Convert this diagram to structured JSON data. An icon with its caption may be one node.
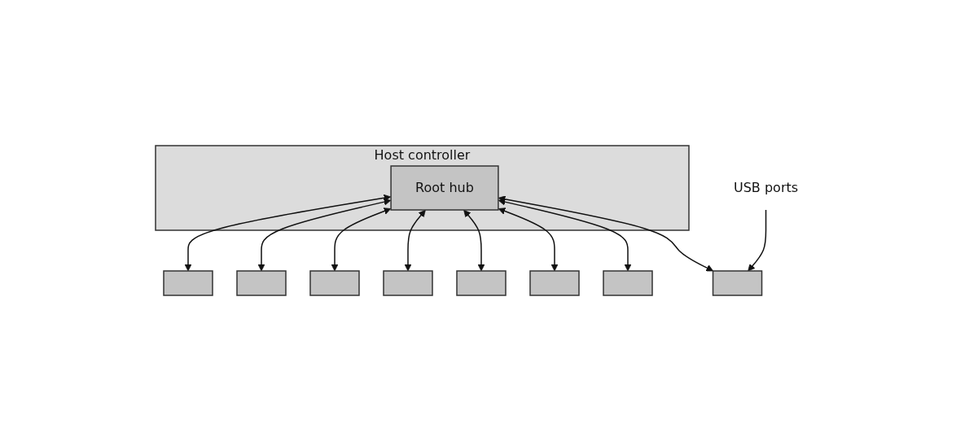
{
  "diagram": {
    "nodes": [
      {
        "text": [
          "Host controller"
        ]
      },
      {
        "text": [
          "Root hub"
        ],
        "in": 0
      },
      {
        "text": [],
        "shape": "box"
      },
      {
        "text": [],
        "shape": "box"
      },
      {
        "text": [],
        "shape": "box"
      },
      {
        "text": [],
        "shape": "box"
      },
      {
        "text": [],
        "shape": "box"
      },
      {
        "text": [],
        "shape": "box"
      },
      {
        "text": [],
        "shape": "box"
      },
      {
        "text": [],
        "shape": "box"
      },
      {
        "text": [
          "USB ports"
        ]
      }
    ],
    "edges": [
      {
        "from": 1,
        "to": 2,
        "arrow": "both"
      },
      {
        "from": 1,
        "to": 3,
        "arrow": "both"
      },
      {
        "from": 1,
        "to": 4,
        "arrow": "both"
      },
      {
        "from": 1,
        "to": 5,
        "arrow": "both"
      },
      {
        "from": 1,
        "to": 6,
        "arrow": "both"
      },
      {
        "from": 1,
        "to": 7,
        "arrow": "both"
      },
      {
        "from": 1,
        "to": 8,
        "arrow": "both"
      },
      {
        "from": 1,
        "to": 9,
        "arrow": "both"
      },
      {
        "from": 10,
        "to": 9,
        "arrow": "to"
      }
    ]
  }
}
